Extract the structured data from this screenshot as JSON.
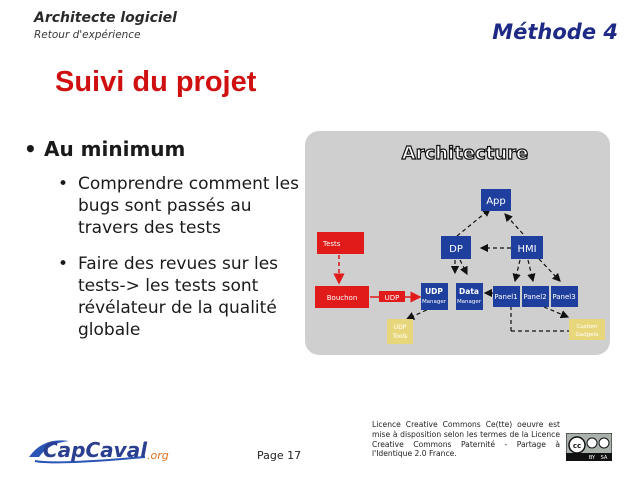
{
  "header": {
    "title": "Architecte logiciel",
    "subtitle": "Retour d'expérience",
    "method": "Méthode 4"
  },
  "slide": {
    "title": "Suivi du projet",
    "main_bullet": "Au minimum",
    "sub_bullets": [
      {
        "text": "Comprendre comment les bugs sont passés au travers des tests"
      },
      {
        "text": "Faire des revues sur les tests-> les tests sont révélateur de la qualité globale"
      }
    ],
    "bullet_glyph": "•"
  },
  "diagram": {
    "title": "Architecture",
    "nodes": {
      "app": "App",
      "dp": "DP",
      "hmi": "HMI",
      "tests": "Tests",
      "bouchon": "Bouchon",
      "udp_edge": "UDP",
      "udp_manager_title": "UDP",
      "udp_manager_sub": "Manager",
      "data_manager_title": "Data",
      "data_manager_sub": "Manager",
      "panel1": "Panel1",
      "panel2": "Panel2",
      "panel3": "Panel3",
      "udp_tools_title": "UDP",
      "udp_tools_sub": "Tools",
      "custom_title": "Custom",
      "custom_sub": "Gadgets"
    },
    "colors": {
      "blue": "#1f3f9e",
      "red": "#e11a1a",
      "yellow": "#e8d77a",
      "background": "#cfcfcf"
    }
  },
  "footer": {
    "page": "Page 17",
    "license": "Licence Creative Commons Ce(tte) oeuvre est mise à disposition selon les termes de la Licence Creative Commons Paternité - Partage à l'Identique 2.0 France.",
    "logo_text": "CapCaval",
    "logo_suffix": ".org",
    "cc_labels": {
      "cc": "cc",
      "by": "BY",
      "sa": "SA"
    }
  }
}
